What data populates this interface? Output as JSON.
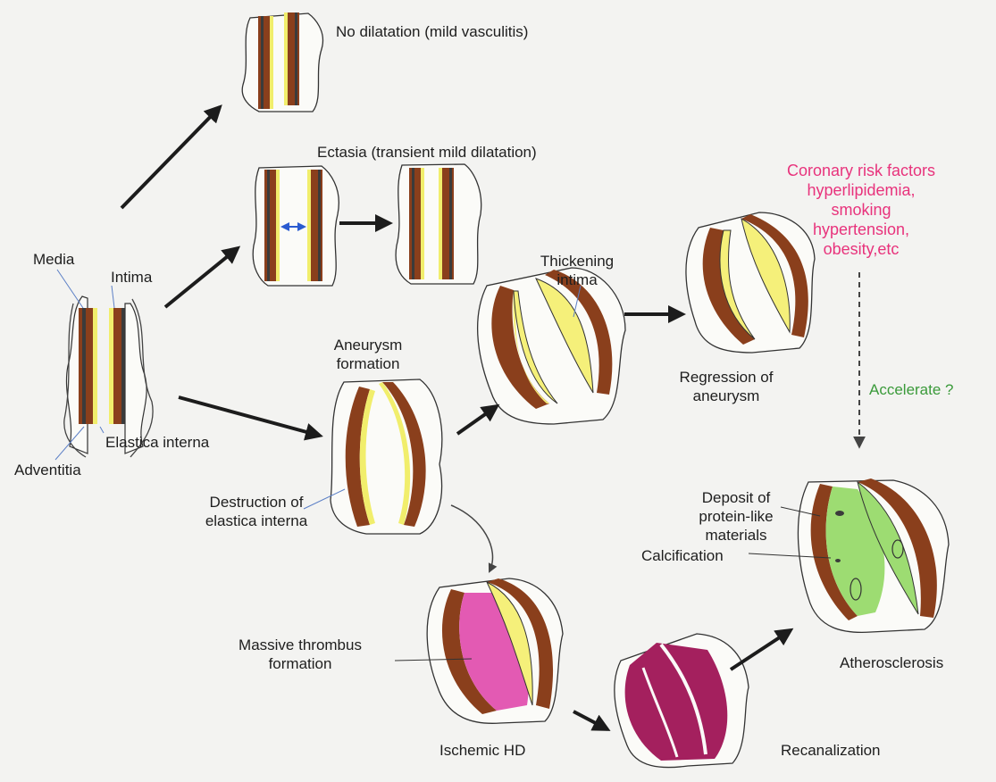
{
  "labels": {
    "no_dilatation": "No dilatation (mild vasculitis)",
    "ectasia": "Ectasia (transient mild dilatation)",
    "media": "Media",
    "intima": "Intima",
    "elastica_interna": "Elastica interna",
    "adventitia": "Adventitia",
    "aneurysm_formation": [
      "Aneurysm",
      "formation"
    ],
    "destruction": [
      "Destruction of",
      "elastica interna"
    ],
    "thickening_intima": [
      "Thickening",
      "intima"
    ],
    "regression": [
      "Regression of",
      "aneurysm"
    ],
    "risk_factors": [
      "Coronary risk factors",
      "hyperlipidemia,",
      "smoking",
      "hypertension,",
      "obesity,etc"
    ],
    "accelerate": "Accelerate ?",
    "deposit": [
      "Deposit of",
      "protein-like",
      "materials"
    ],
    "calcification": "Calcification",
    "massive_thrombus": [
      "Massive thrombus",
      "formation"
    ],
    "ischemic_hd": "Ischemic HD",
    "recanalization": "Recanalization",
    "atherosclerosis": "Atherosclerosis"
  },
  "colors": {
    "background": "#f3f3f1",
    "media": "#8a3f1c",
    "elastica": "#f1ee6c",
    "intima_thick": "#f5f07a",
    "thrombus": "#e35ab3",
    "recanalized_thrombus": "#a4205e",
    "atherosclerosis_deposit": "#9ddc72",
    "risk_text": "#e8337c",
    "accelerate_text": "#3a9a3a",
    "arrow": "#1c1c1c",
    "pointer_line": "#5b7fc6"
  }
}
